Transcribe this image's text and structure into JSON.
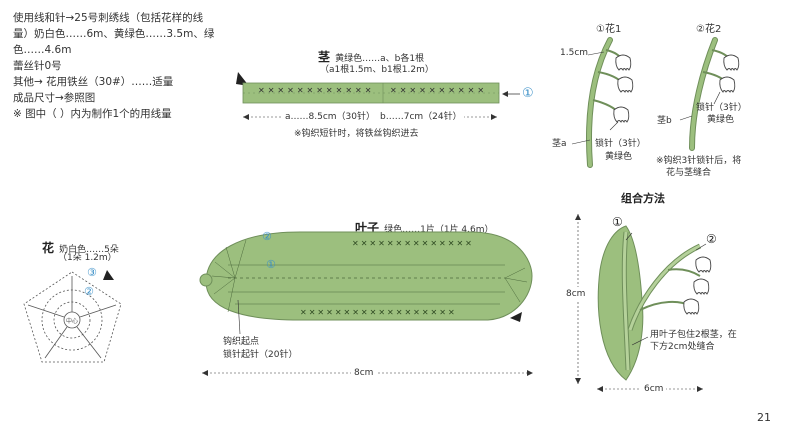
{
  "materials": {
    "lines": [
      "使用线和针→25号刺绣线（包括花样的线",
      "量）奶白色……6m、黄绿色……3.5m、绿",
      "色……4.6m",
      "蕾丝针0号",
      "其他→ 花用铁丝（30#）……适量",
      "成品尺寸→参照图",
      "※ 图中（ ）内为制作1个的用线量"
    ]
  },
  "stem": {
    "title": "茎",
    "colors": "黄绿色……a、b各1根",
    "amount": "（a1根1.5m、b1根1.2m）",
    "marker": "①",
    "dim_a": "a……8.5cm（30针）",
    "dim_b": "b……7cm（24针）",
    "note": "※钩织短针时，将铁丝钩织进去"
  },
  "flower_chart": {
    "title": "花",
    "color": "奶白色……5朵",
    "amount": "（1朵 1.2m）",
    "marker2": "②",
    "marker3": "③"
  },
  "leaf": {
    "title": "叶子",
    "color": "绿色……1片（1片 4.6m）",
    "marker1": "①",
    "marker2": "②",
    "start_label": "钩织起点",
    "start_chain": "锁针起针（20针）",
    "width": "8cm"
  },
  "flower1": {
    "title": "①花1",
    "height": "1.5cm",
    "stem_label": "茎a",
    "chain_label": "锁针（3针）",
    "chain_color": "黄绿色"
  },
  "flower2": {
    "title": "②花2",
    "chain_label": "锁针（3针）",
    "chain_color": "黄绿色",
    "stem_label": "茎b",
    "note_line1": "※钩织3针锁针后，将",
    "note_line2": "花与茎缝合"
  },
  "assembly": {
    "title": "组合方法",
    "marker1": "①",
    "marker2": "②",
    "height": "8cm",
    "width": "6cm",
    "note_line1": "用叶子包住2根茎，在",
    "note_line2": "下方2cm处缝合"
  },
  "page_number": "21",
  "colors": {
    "leaf_green": "#9cbf7e",
    "leaf_stroke": "#6f8f5a",
    "stem_green": "#9cbf7e",
    "marker_blue": "#3a8fc7",
    "text": "#333333"
  }
}
